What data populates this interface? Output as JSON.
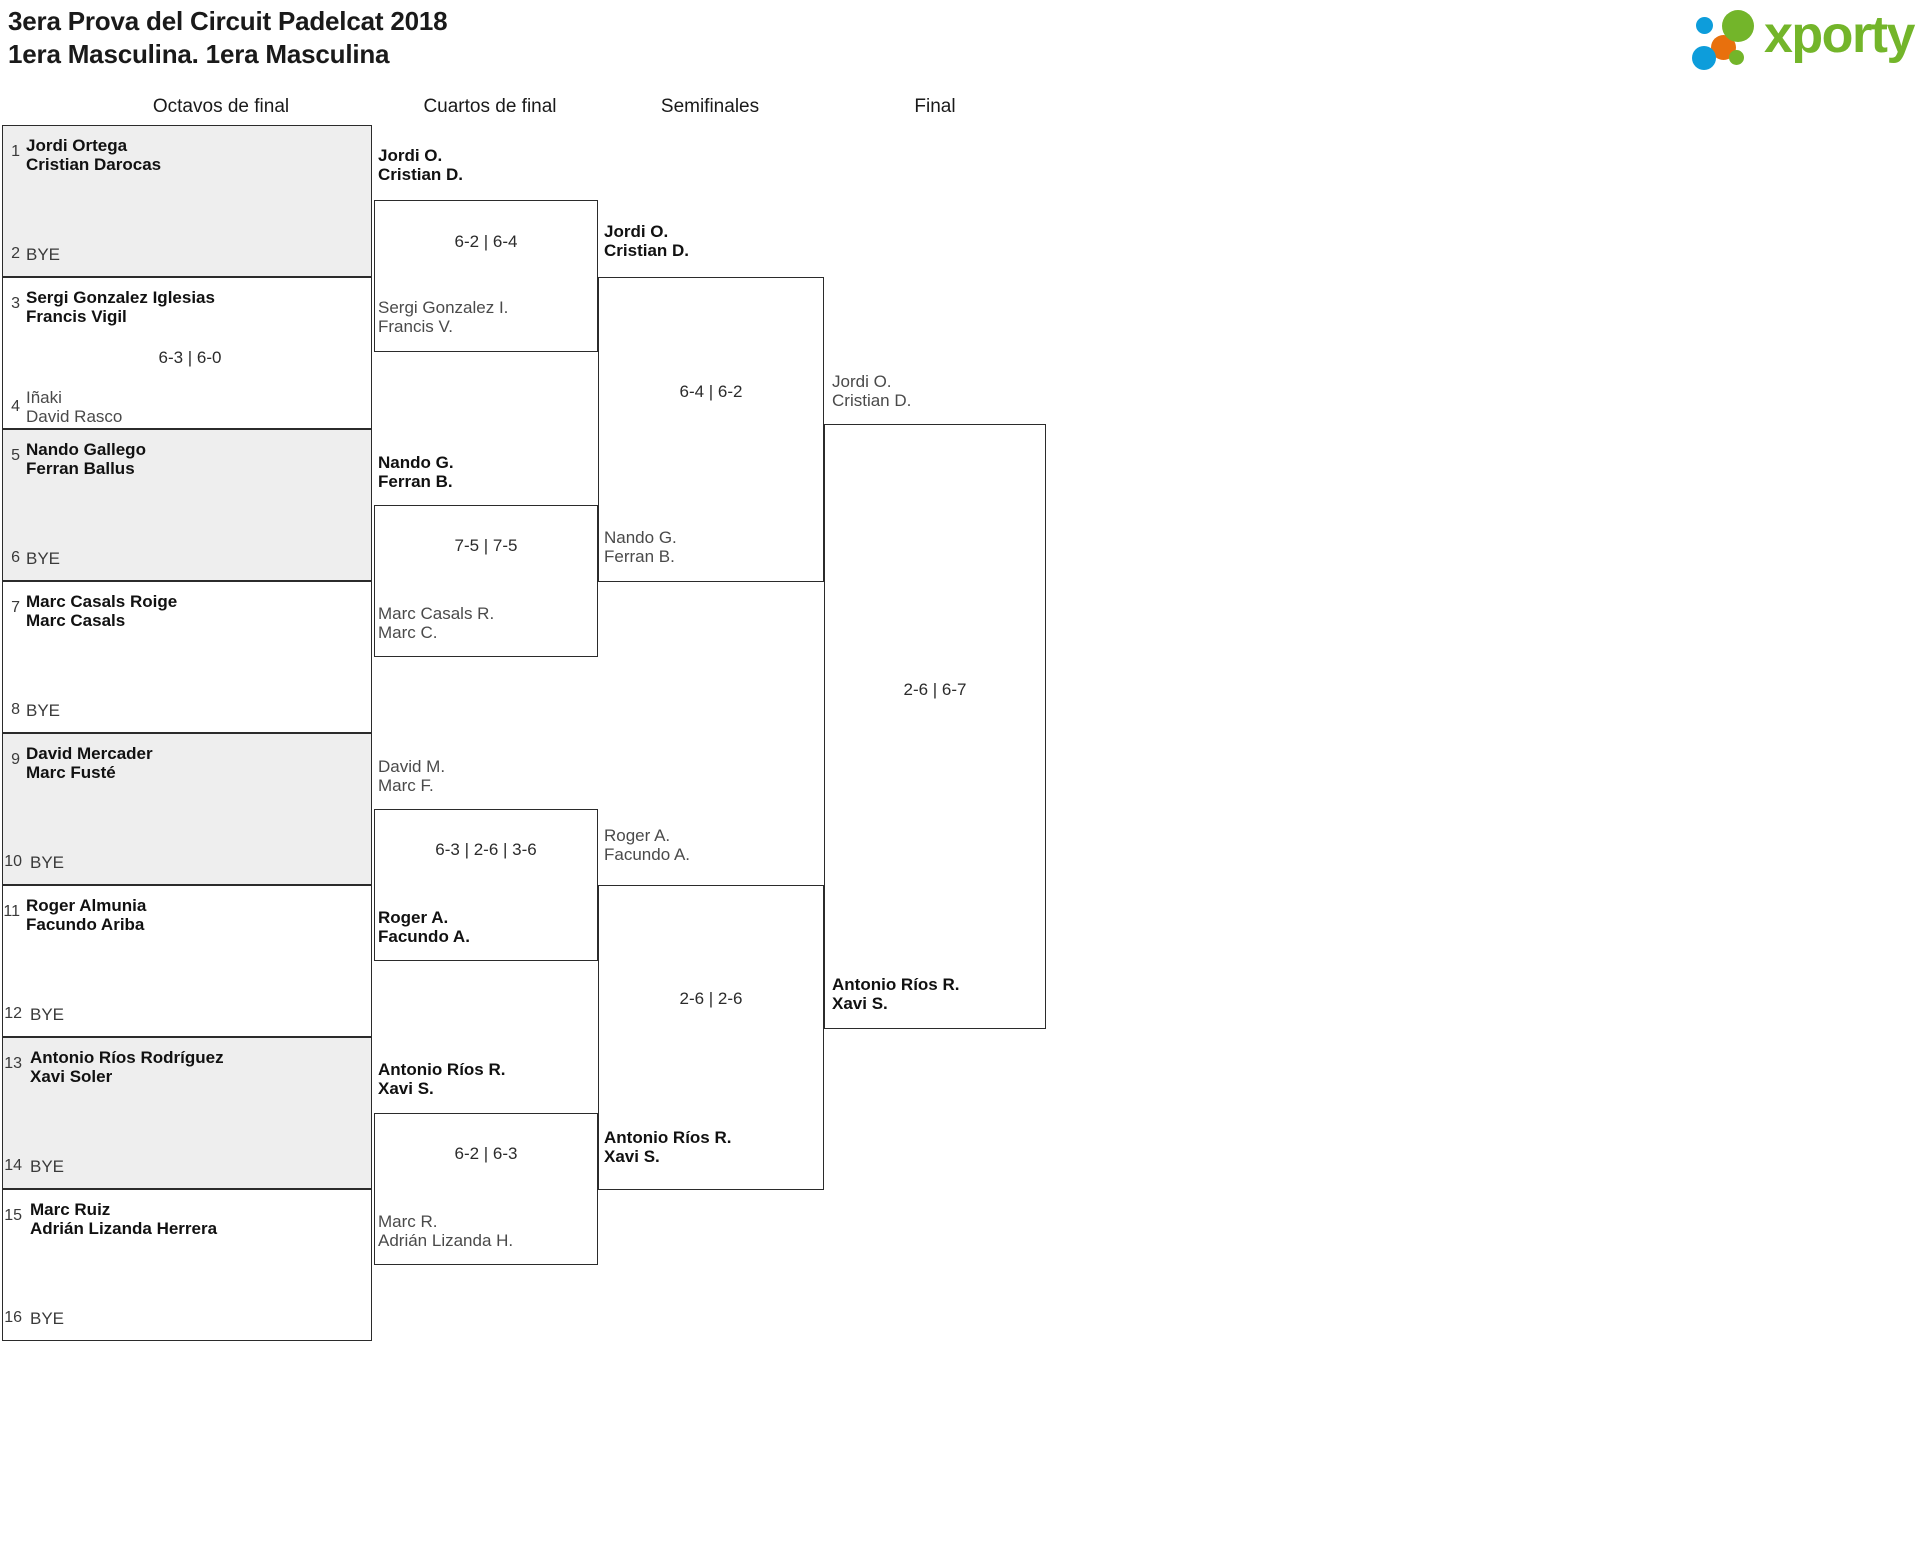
{
  "header": {
    "title": "3era Prova del Circuit Padelcat 2018",
    "subtitle": "1era Masculina. 1era Masculina",
    "logo_text": "xporty",
    "logo_colors": {
      "green": "#73b52a",
      "blue": "#0d9ddb",
      "orange": "#e8700d"
    }
  },
  "rounds": [
    {
      "label": "Octavos de final"
    },
    {
      "label": "Cuartos de final"
    },
    {
      "label": "Semifinales"
    },
    {
      "label": "Final"
    }
  ],
  "bye_label": "BYE",
  "r16": [
    {
      "seed_top": "1",
      "top": {
        "p1": "Jordi Ortega",
        "p2": "Cristian Darocas",
        "winner": true,
        "bye": false
      },
      "seed_bottom": "2",
      "bottom": {
        "p1": "BYE",
        "p2": "",
        "winner": false,
        "bye": true
      },
      "score": "",
      "shaded": true
    },
    {
      "seed_top": "3",
      "top": {
        "p1": "Sergi Gonzalez Iglesias",
        "p2": "Francis Vigil",
        "winner": true,
        "bye": false
      },
      "seed_bottom": "4",
      "bottom": {
        "p1": "Iñaki",
        "p2": "David Rasco",
        "winner": false,
        "bye": false
      },
      "score": "6-3 | 6-0",
      "shaded": false
    },
    {
      "seed_top": "5",
      "top": {
        "p1": "Nando Gallego",
        "p2": "Ferran Ballus",
        "winner": true,
        "bye": false
      },
      "seed_bottom": "6",
      "bottom": {
        "p1": "BYE",
        "p2": "",
        "winner": false,
        "bye": true
      },
      "score": "",
      "shaded": true
    },
    {
      "seed_top": "7",
      "top": {
        "p1": "Marc Casals Roige",
        "p2": "Marc Casals",
        "winner": true,
        "bye": false
      },
      "seed_bottom": "8",
      "bottom": {
        "p1": "BYE",
        "p2": "",
        "winner": false,
        "bye": true
      },
      "score": "",
      "shaded": false
    },
    {
      "seed_top": "9",
      "top": {
        "p1": "David Mercader",
        "p2": "Marc Fusté",
        "winner": true,
        "bye": false
      },
      "seed_bottom": "10",
      "bottom": {
        "p1": "BYE",
        "p2": "",
        "winner": false,
        "bye": true
      },
      "score": "",
      "shaded": true
    },
    {
      "seed_top": "11",
      "top": {
        "p1": "Roger Almunia",
        "p2": "Facundo Ariba",
        "winner": true,
        "bye": false
      },
      "seed_bottom": "12",
      "bottom": {
        "p1": "BYE",
        "p2": "",
        "winner": false,
        "bye": true
      },
      "score": "",
      "shaded": false
    },
    {
      "seed_top": "13",
      "top": {
        "p1": "Antonio Ríos Rodríguez",
        "p2": "Xavi Soler",
        "winner": true,
        "bye": false
      },
      "seed_bottom": "14",
      "bottom": {
        "p1": "BYE",
        "p2": "",
        "winner": false,
        "bye": true
      },
      "score": "",
      "shaded": true
    },
    {
      "seed_top": "15",
      "top": {
        "p1": "Marc Ruiz",
        "p2": "Adrián Lizanda Herrera",
        "winner": true,
        "bye": false
      },
      "seed_bottom": "16",
      "bottom": {
        "p1": "BYE",
        "p2": "",
        "winner": false,
        "bye": true
      },
      "score": "",
      "shaded": false
    }
  ],
  "quarterfinals": [
    {
      "top": {
        "p1": "Jordi O.",
        "p2": "Cristian D.",
        "winner": true
      },
      "bottom": {
        "p1": "Sergi Gonzalez I.",
        "p2": "Francis V.",
        "winner": false
      },
      "score": "6-2 | 6-4"
    },
    {
      "top": {
        "p1": "Nando G.",
        "p2": "Ferran B.",
        "winner": true
      },
      "bottom": {
        "p1": "Marc Casals R.",
        "p2": "Marc C.",
        "winner": false
      },
      "score": "7-5 | 7-5"
    },
    {
      "top": {
        "p1": "David M.",
        "p2": "Marc F.",
        "winner": false
      },
      "bottom": {
        "p1": "Roger A.",
        "p2": "Facundo A.",
        "winner": true
      },
      "score": "6-3 | 2-6 | 3-6"
    },
    {
      "top": {
        "p1": "Antonio Ríos R.",
        "p2": "Xavi S.",
        "winner": true
      },
      "bottom": {
        "p1": "Marc R.",
        "p2": "Adrián Lizanda H.",
        "winner": false
      },
      "score": "6-2 | 6-3"
    }
  ],
  "semifinals": [
    {
      "top": {
        "p1": "Jordi O.",
        "p2": "Cristian D.",
        "winner": true
      },
      "bottom": {
        "p1": "Nando G.",
        "p2": "Ferran B.",
        "winner": false
      },
      "score": "6-4 | 6-2"
    },
    {
      "top": {
        "p1": "Roger A.",
        "p2": "Facundo A.",
        "winner": false
      },
      "bottom": {
        "p1": "Antonio Ríos R.",
        "p2": "Xavi S.",
        "winner": true
      },
      "score": "2-6 | 2-6"
    }
  ],
  "final": {
    "top": {
      "p1": "Jordi O.",
      "p2": "Cristian D.",
      "winner": false
    },
    "bottom": {
      "p1": "Antonio Ríos R.",
      "p2": "Xavi S.",
      "winner": true
    },
    "score": "2-6 | 6-7"
  },
  "champion": {
    "p1": "Antonio Ríos R.",
    "p2": "Xavi S."
  }
}
